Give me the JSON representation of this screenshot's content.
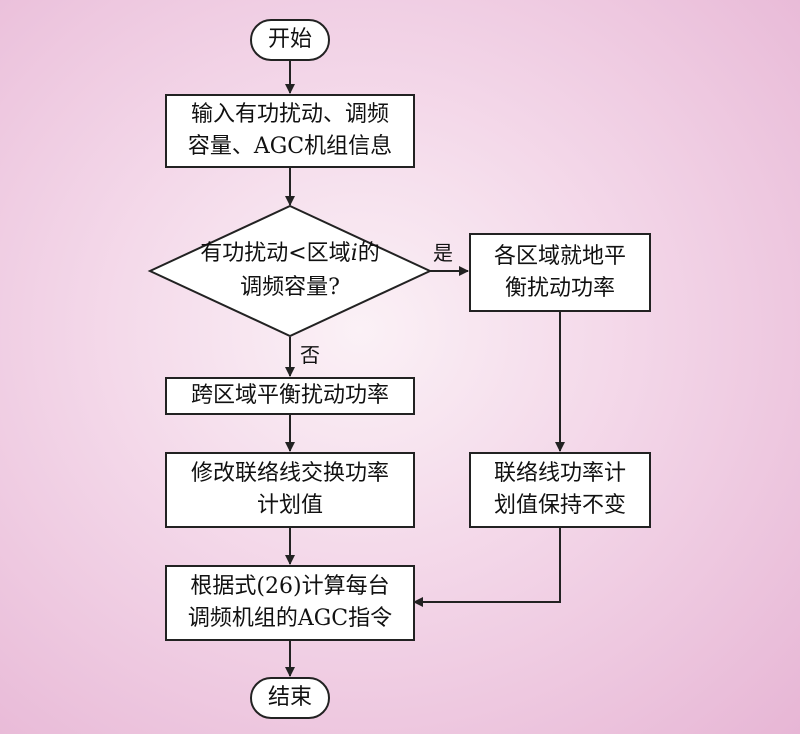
{
  "nodes": {
    "start": "开始",
    "input_line1": "输入有功扰动、调频",
    "input_line2": "容量、AGC机组信息",
    "decision_line1_a": "有功扰动<区域",
    "decision_line1_var": "i",
    "decision_line1_b": "的",
    "decision_line2": "调频容量?",
    "local_balance_line1": "各区域就地平",
    "local_balance_line2": "衡扰动功率",
    "cross_balance": "跨区域平衡扰动功率",
    "modify_line1": "修改联络线交换功率",
    "modify_line2": "计划值",
    "keep_line1": "联络线功率计",
    "keep_line2": "划值保持不变",
    "compute_line1": "根据式(26)计算每台",
    "compute_line2": "调频机组的AGC指令",
    "end": "结束"
  },
  "edge_labels": {
    "yes": "是",
    "no": "否"
  },
  "colors": {
    "background_center": "#fbf1f6",
    "background_edge": "#e7b6d5",
    "box_fill": "#ffffff",
    "stroke": "#222222"
  }
}
